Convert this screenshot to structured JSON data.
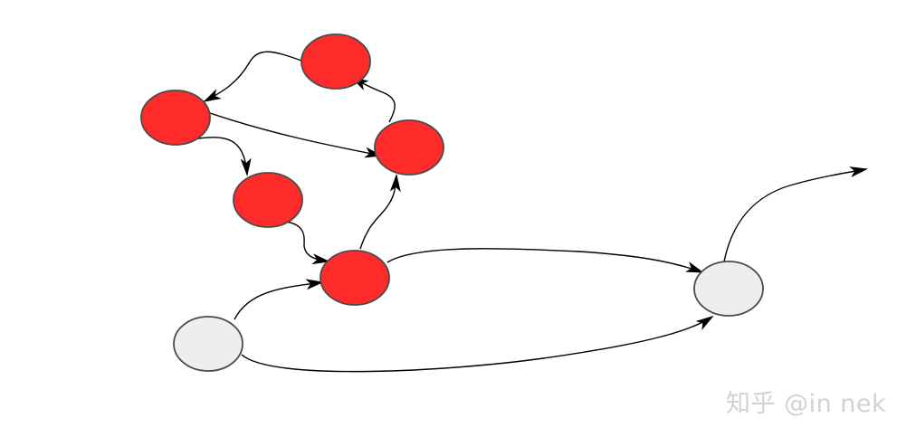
{
  "diagram": {
    "type": "directed-graph",
    "colors": {
      "highlighted_node": "#ff2b2b",
      "plain_node": "#eeeeee",
      "node_stroke": "#4a4a4a",
      "edge": "#000000"
    },
    "nodes": [
      {
        "id": "r1",
        "style": "highlighted"
      },
      {
        "id": "r2",
        "style": "highlighted"
      },
      {
        "id": "r3",
        "style": "highlighted"
      },
      {
        "id": "r4",
        "style": "highlighted"
      },
      {
        "id": "r5",
        "style": "highlighted"
      },
      {
        "id": "g1",
        "style": "plain"
      },
      {
        "id": "g2",
        "style": "plain"
      }
    ],
    "edges": [
      {
        "from": "r1",
        "to": "r2"
      },
      {
        "from": "r2",
        "to": "r4"
      },
      {
        "from": "r2",
        "to": "r3"
      },
      {
        "from": "r4",
        "to": "r1"
      },
      {
        "from": "r3",
        "to": "r5"
      },
      {
        "from": "r5",
        "to": "r4"
      },
      {
        "from": "r5",
        "to": "g2"
      },
      {
        "from": "g1",
        "to": "r5"
      },
      {
        "from": "g1",
        "to": "g2"
      },
      {
        "from": "g2",
        "to": "outside"
      }
    ]
  },
  "watermark": {
    "text": "知乎 @in nek"
  }
}
